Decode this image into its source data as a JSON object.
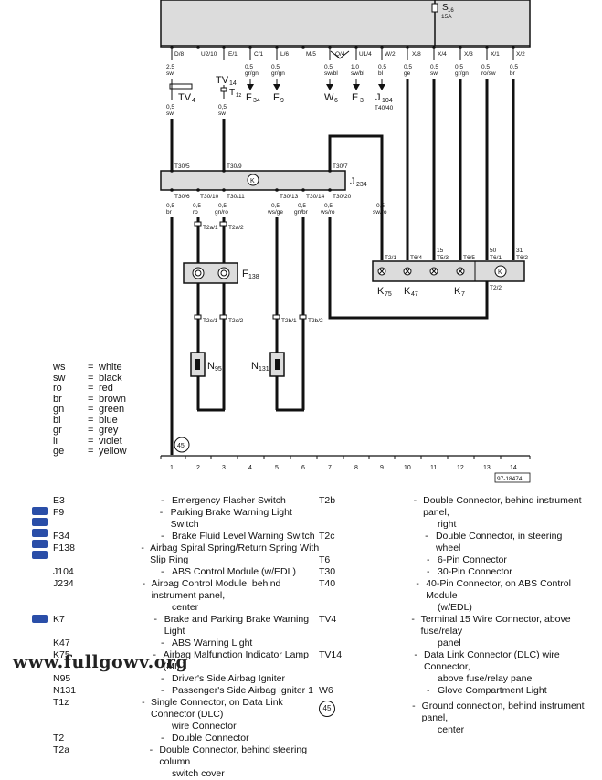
{
  "top_pins": [
    {
      "key": "d8",
      "text": "D/8"
    },
    {
      "key": "u210",
      "text": "U2/10"
    },
    {
      "key": "e1",
      "text": "E/1"
    },
    {
      "key": "c1",
      "text": "C/1"
    },
    {
      "key": "l6",
      "text": "L/6"
    },
    {
      "key": "m5",
      "text": "M/5"
    },
    {
      "key": "q4",
      "text": "Q/4"
    },
    {
      "key": "u14",
      "text": "U1/4"
    },
    {
      "key": "w2",
      "text": "W/2"
    },
    {
      "key": "x8",
      "text": "X/8"
    },
    {
      "key": "x4",
      "text": "X/4"
    },
    {
      "key": "x3",
      "text": "X/3"
    },
    {
      "key": "x1",
      "text": "X/1"
    },
    {
      "key": "x2",
      "text": "X/2"
    }
  ],
  "wire_labels": {
    "d8_a": "2,5",
    "d8_b": "sw",
    "d8_c": "0,5",
    "d8_d": "sw",
    "e1_a": "0,5",
    "e1_b": "sw",
    "c1_a": "0,5",
    "c1_b": "gr/gn",
    "l6_a": "0,5",
    "l6_b": "gr/gn",
    "q4_a": "0,5",
    "q4_b": "sw/bl",
    "u14_a": "1,0",
    "u14_b": "sw/bl",
    "w2_a": "0,5",
    "w2_b": "bl",
    "x8_a": "0,5",
    "x8_b": "ge",
    "x4_a": "0,5",
    "x4_b": "sw",
    "x3_a": "0,5",
    "x3_b": "gr/gn",
    "x1_a": "0,5",
    "x1_b": "ro/sw",
    "x2_a": "0,5",
    "x2_b": "br",
    "b1_a": "0,5",
    "b1_b": "br",
    "b2_a": "0,5",
    "b2_b": "ro",
    "b3_a": "0,5",
    "b3_b": "gn/ro",
    "b4_a": "0,5",
    "b4_b": "ws/ge",
    "b5_a": "0,5",
    "b5_b": "gn/br",
    "b6_a": "0,5",
    "b6_b": "ws/ro",
    "r1_a": "0,5",
    "r1_b": "sw/ro"
  },
  "component_labels": {
    "s16": "S",
    "s16_sub": "16",
    "s16_amp": "15A",
    "tv4": "TV",
    "tv4_sub": "4",
    "tv14": "TV",
    "tv14_sub": "14",
    "t1z": "T",
    "t1z_sub": "1z",
    "f34": "F",
    "f34_sub": "34",
    "f9": "F",
    "f9_sub": "9",
    "w6": "W",
    "w6_sub": "6",
    "e3": "E",
    "e3_sub": "3",
    "j104": "J",
    "j104_sub": "104",
    "j104_conn": "T40/40",
    "j234": "J",
    "j234_sub": "234",
    "f138": "F",
    "f138_sub": "138",
    "k75": "K",
    "k75_sub": "75",
    "k47": "K",
    "k47_sub": "47",
    "k7": "K",
    "k7_sub": "7",
    "n95": "N",
    "n95_sub": "95",
    "n131": "N",
    "n131_sub": "131",
    "ground_45": "45",
    "ref": "97-18474"
  },
  "connector_labels": {
    "t30_5": "T30/5",
    "t30_9": "T30/9",
    "t30_7": "T30/7",
    "t30_6": "T30/6",
    "t30_10": "T30/10",
    "t30_11": "T30/11",
    "t30_13": "T30/13",
    "t30_14": "T30/14",
    "t30_20": "T30/20",
    "t2a1": "T2a/1",
    "t2a2": "T2a/2",
    "t2c1": "T2c/1",
    "t2c2": "T2c/2",
    "t2b1": "T2b/1",
    "t2b2": "T2b/2",
    "t21": "T2/1",
    "t64": "T6/4",
    "t53": "T5/3",
    "t65": "T6/5",
    "t61": "T6/1",
    "t62": "T6/2",
    "t22": "T2/2",
    "n15": "15",
    "n50": "50",
    "n31": "31"
  },
  "track_numbers": [
    "1",
    "2",
    "3",
    "4",
    "5",
    "6",
    "7",
    "8",
    "9",
    "10",
    "11",
    "12",
    "13",
    "14"
  ],
  "color_legend": [
    {
      "abbr": "ws",
      "desc": "white"
    },
    {
      "abbr": "sw",
      "desc": "black"
    },
    {
      "abbr": "ro",
      "desc": "red"
    },
    {
      "abbr": "br",
      "desc": "brown"
    },
    {
      "abbr": "gn",
      "desc": "green"
    },
    {
      "abbr": "bl",
      "desc": "blue"
    },
    {
      "abbr": "gr",
      "desc": "grey"
    },
    {
      "abbr": "li",
      "desc": "violet"
    },
    {
      "abbr": "ge",
      "desc": "yellow"
    }
  ],
  "key_left": [
    {
      "code": "E3",
      "lines": [
        "Emergency Flasher Switch"
      ]
    },
    {
      "code": "F9",
      "lines": [
        "Parking Brake Warning Light Switch"
      ]
    },
    {
      "code": "F34",
      "lines": [
        "Brake Fluid Level Warning Switch"
      ]
    },
    {
      "code": "F138",
      "lines": [
        "Airbag Spiral Spring/Return Spring With Slip Ring"
      ]
    },
    {
      "code": "J104",
      "lines": [
        "ABS Control Module (w/EDL)"
      ]
    },
    {
      "code": "J234",
      "lines": [
        "Airbag Control Module, behind instrument panel,",
        "center"
      ]
    },
    {
      "code": "K7",
      "lines": [
        "Brake and Parking Brake Warning Light"
      ]
    },
    {
      "code": "K47",
      "lines": [
        "ABS Warning Light"
      ]
    },
    {
      "code": "K75",
      "lines": [
        "Airbag Malfunction Indicator Lamp (MIL)"
      ]
    },
    {
      "code": "N95",
      "lines": [
        "Driver's Side Airbag Igniter"
      ]
    },
    {
      "code": "N131",
      "lines": [
        "Passenger's Side Airbag Igniter 1"
      ]
    },
    {
      "code": "T1z",
      "lines": [
        "Single Connector, on Data Link Connector (DLC)",
        "wire Connector"
      ]
    },
    {
      "code": "T2",
      "lines": [
        "Double Connector"
      ]
    },
    {
      "code": "T2a",
      "lines": [
        "Double Connector, behind steering column",
        "switch cover"
      ]
    }
  ],
  "key_right": [
    {
      "code": "T2b",
      "lines": [
        "Double Connector, behind instrument panel,",
        "right"
      ]
    },
    {
      "code": "T2c",
      "lines": [
        "Double Connector, in steering wheel"
      ]
    },
    {
      "code": "T6",
      "lines": [
        "6-Pin Connector"
      ]
    },
    {
      "code": "T30",
      "lines": [
        "30-Pin Connector"
      ]
    },
    {
      "code": "T40",
      "lines": [
        "40-Pin Connector, on ABS Control Module",
        "(w/EDL)"
      ]
    },
    {
      "code": "TV4",
      "lines": [
        "Terminal 15 Wire Connector, above fuse/relay",
        "panel"
      ]
    },
    {
      "code": "TV14",
      "lines": [
        "Data Link Connector (DLC) wire Connector,",
        "above fuse/relay panel"
      ]
    },
    {
      "code": "W6",
      "lines": [
        "Glove Compartment Light"
      ]
    },
    {
      "code": "45",
      "lines": [
        "Ground connection, behind instrument panel,",
        "center"
      ]
    }
  ],
  "watermark": "www.fullgowv.org",
  "colors": {
    "badge": "#2a4ea8",
    "panel": "#dcdcdc",
    "wire": "#111111"
  }
}
